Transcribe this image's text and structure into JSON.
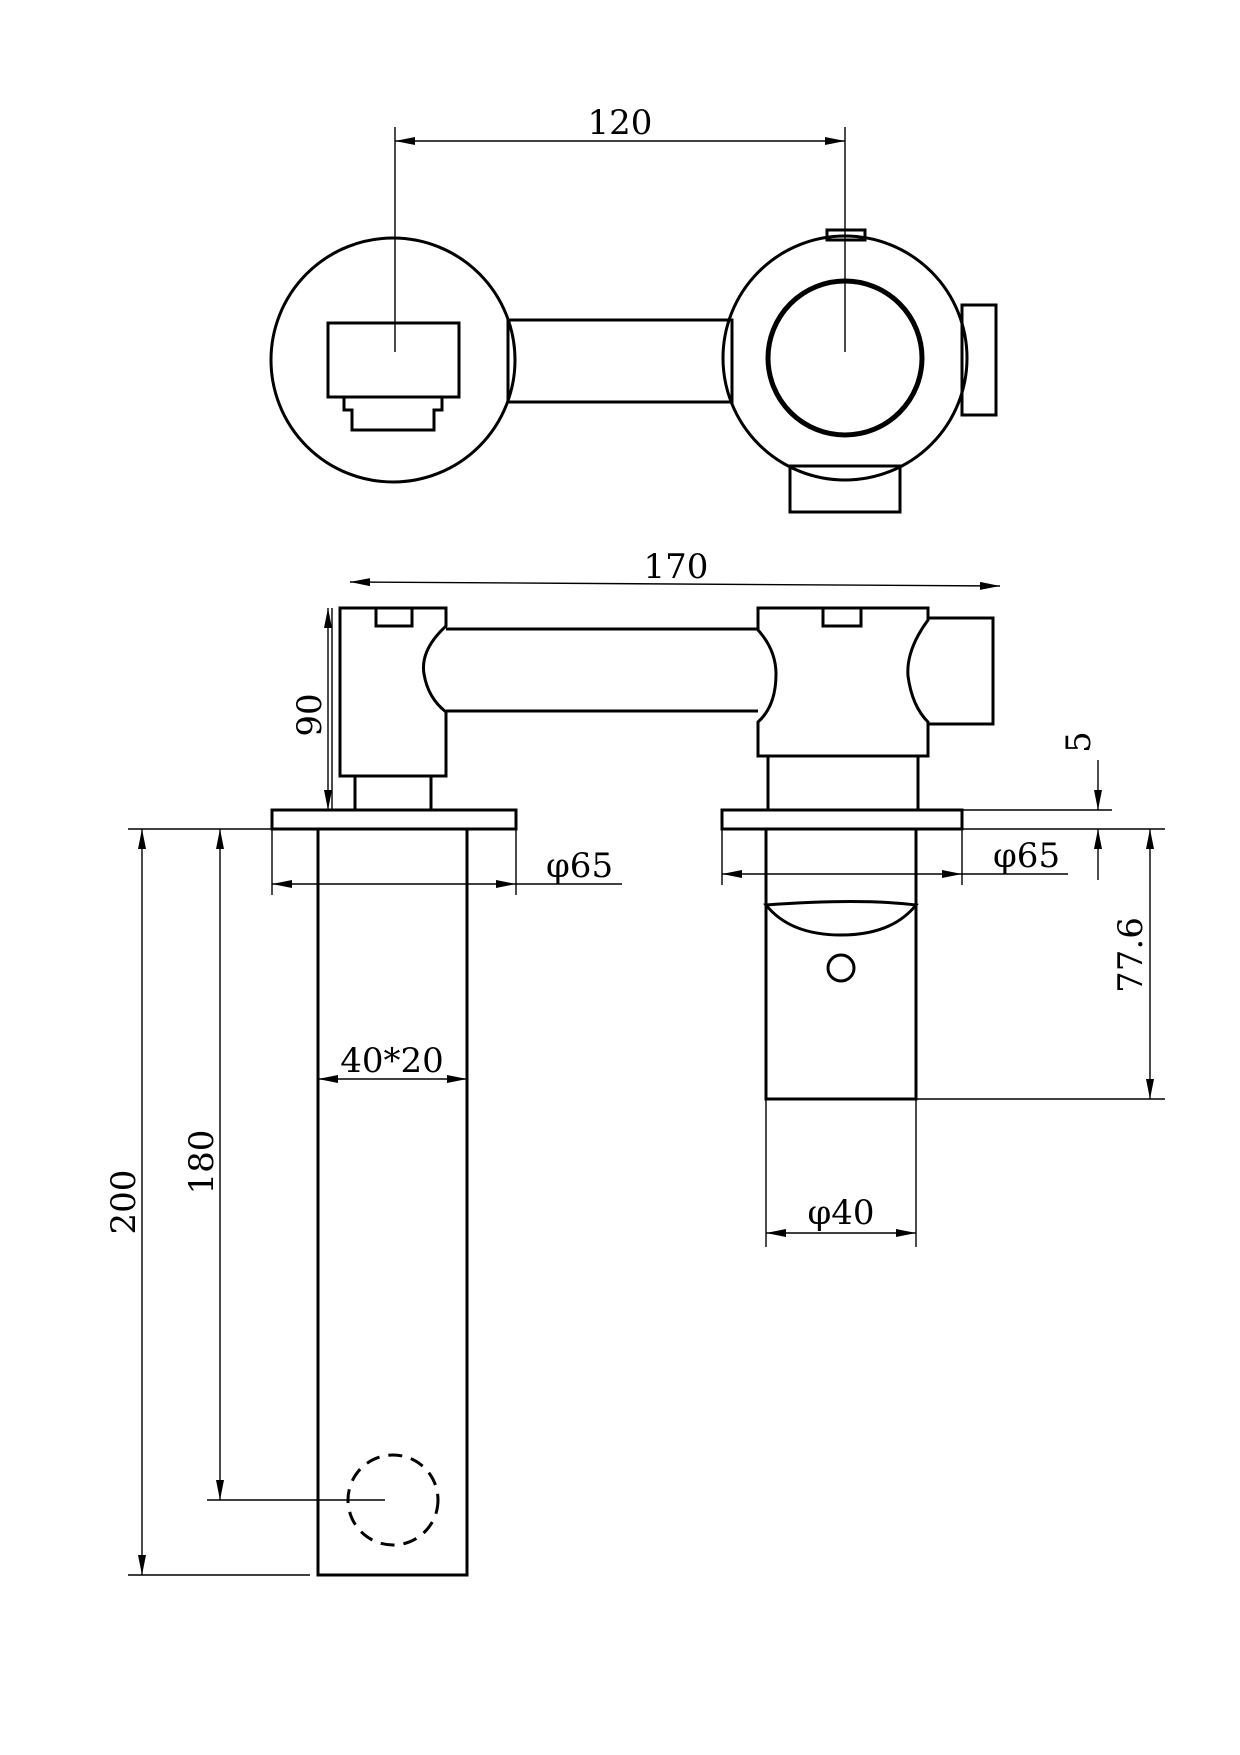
{
  "dimensions": {
    "top_spacing": "120",
    "total_width": "170",
    "body_height": "90",
    "flange_thickness": "5",
    "flange_dia_left": "φ65",
    "flange_dia_right": "φ65",
    "handle_height": "77.6",
    "spout_section": "40*20",
    "spout_length_total": "200",
    "spout_length_outlet": "180",
    "handle_dia": "φ40"
  },
  "colors": {
    "line": "#000000",
    "background": "#ffffff"
  }
}
